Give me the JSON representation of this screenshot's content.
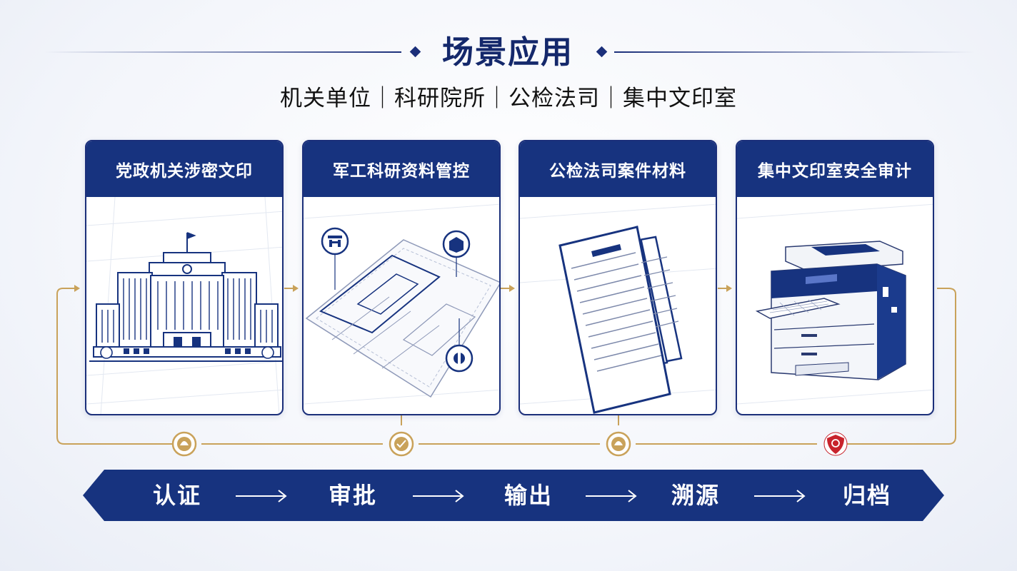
{
  "header": {
    "title": "场景应用",
    "subtitle": "机关单位｜科研院所｜公检法司｜集中文印室"
  },
  "cards": [
    {
      "title": "党政机关涉密文印",
      "icon": "government-building-icon"
    },
    {
      "title": "军工科研资料管控",
      "icon": "blueprint-icon"
    },
    {
      "title": "公检法司案件材料",
      "icon": "documents-icon"
    },
    {
      "title": "集中文印室安全审计",
      "icon": "printer-icon"
    }
  ],
  "flow_nodes": [
    "seal-icon",
    "check-badge-icon",
    "seal-icon",
    "shield-alert-icon"
  ],
  "steps": [
    "认证",
    "审批",
    "输出",
    "溯源",
    "归档"
  ],
  "colors": {
    "navy": "#17337f",
    "gold": "#c9a25a",
    "red": "#c8232c"
  }
}
